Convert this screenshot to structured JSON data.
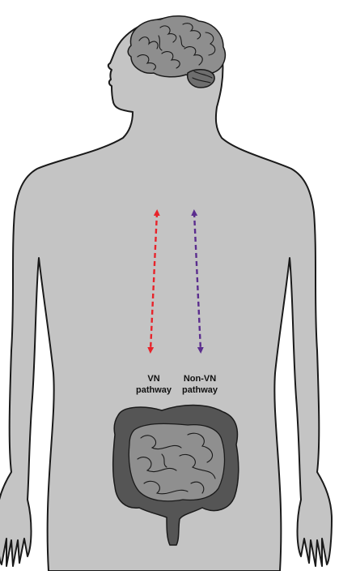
{
  "colors": {
    "background": "#ffffff",
    "body_fill": "#c4c4c4",
    "outline": "#1a1a1a",
    "brain_fill": "#8e8e8e",
    "colon_fill": "#555555",
    "small_intestine_fill": "#8f8f8f",
    "vn_arrow": "#e8232a",
    "non_vn_arrow": "#5b2d8e"
  },
  "pathways": {
    "vn": {
      "line1": "VN",
      "line2": "pathway"
    },
    "non_vn": {
      "line1": "Non-VN",
      "line2": "pathway"
    }
  }
}
